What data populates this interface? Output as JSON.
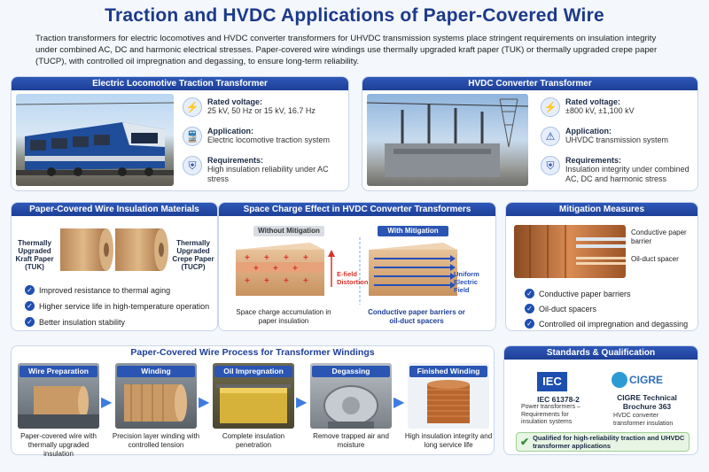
{
  "title": "Traction and HVDC Applications of Paper-Covered Wire",
  "intro": "Traction transformers for electric locomotives and HVDC converter transformers for UHVDC transmission systems place stringent requirements on insulation integrity under combined AC, DC and harmonic electrical stresses. Paper-covered wire windings use thermally upgraded kraft paper (TUK) or thermally upgraded crepe paper (TUCP), with controlled oil impregnation and degassing, to ensure long-term reliability.",
  "traction": {
    "header": "Electric Locomotive Traction Transformer",
    "items": [
      {
        "label": "Rated voltage:",
        "value": "25 kV, 50 Hz or 15 kV, 16.7 Hz",
        "icon": "bolt-icon"
      },
      {
        "label": "Application:",
        "value": "Electric locomotive traction system",
        "icon": "locomotive-icon"
      },
      {
        "label": "Requirements:",
        "value": "High insulation reliability under AC stress",
        "icon": "shield-icon"
      }
    ]
  },
  "hvdc": {
    "header": "HVDC Converter Transformer",
    "items": [
      {
        "label": "Rated voltage:",
        "value": "±800 kV, ±1,100 kV",
        "icon": "bolt-icon"
      },
      {
        "label": "Application:",
        "value": "UHVDC transmission system",
        "icon": "pylon-icon"
      },
      {
        "label": "Requirements:",
        "value": "Insulation integrity under combined AC, DC and harmonic stress",
        "icon": "shield-icon"
      }
    ]
  },
  "materials": {
    "header": "Paper-Covered Wire Insulation Materials",
    "tuk": "Thermally Upgraded Kraft Paper (TUK)",
    "tucp": "Thermally Upgraded Crepe Paper (TUCP)",
    "benefits": [
      "Improved resistance to thermal aging",
      "Higher service life in high-temperature operation",
      "Better insulation stability"
    ]
  },
  "space_charge": {
    "header": "Space Charge Effect in HVDC Converter Transformers",
    "without": "Without Mitigation",
    "with": "With Mitigation",
    "efield": "E-field Distortion",
    "uniform": "Uniform Electric Field",
    "caption_left": "Space charge accumulation in paper insulation",
    "caption_right": "Conductive paper barriers or oil-duct spacers"
  },
  "mitigation": {
    "header": "Mitigation Measures",
    "label1": "Conductive paper barrier",
    "label2": "Oil-duct spacer",
    "items": [
      "Conductive paper barriers",
      "Oil-duct spacers",
      "Controlled oil impregnation and degassing"
    ]
  },
  "process": {
    "header": "Paper-Covered Wire Process for Transformer Windings",
    "steps": [
      {
        "name": "Wire Preparation",
        "caption": "Paper-covered wire with thermally upgraded insulation"
      },
      {
        "name": "Winding",
        "caption": "Precision layer winding with controlled tension"
      },
      {
        "name": "Oil Impregnation",
        "caption": "Complete insulation penetration"
      },
      {
        "name": "Degassing",
        "caption": "Remove trapped air and moisture"
      },
      {
        "name": "Finished Winding",
        "caption": "High insulation integrity and long service life"
      }
    ]
  },
  "standards": {
    "header": "Standards & Qualification",
    "iec_logo": "IEC",
    "iec_code": "IEC 61378-2",
    "iec_desc": "Power transformers – Requirements for insulation systems",
    "cigre_logo": "CIGRE",
    "cigre_title": "CIGRE Technical Brochure 363",
    "cigre_desc": "HVDC converter transformer insulation",
    "qualified": "Qualified for high-reliability traction and UHVDC transformer applications"
  },
  "colors": {
    "accent": "#1d3f97",
    "title": "#1c3a8a",
    "copper": "#c56a32"
  }
}
